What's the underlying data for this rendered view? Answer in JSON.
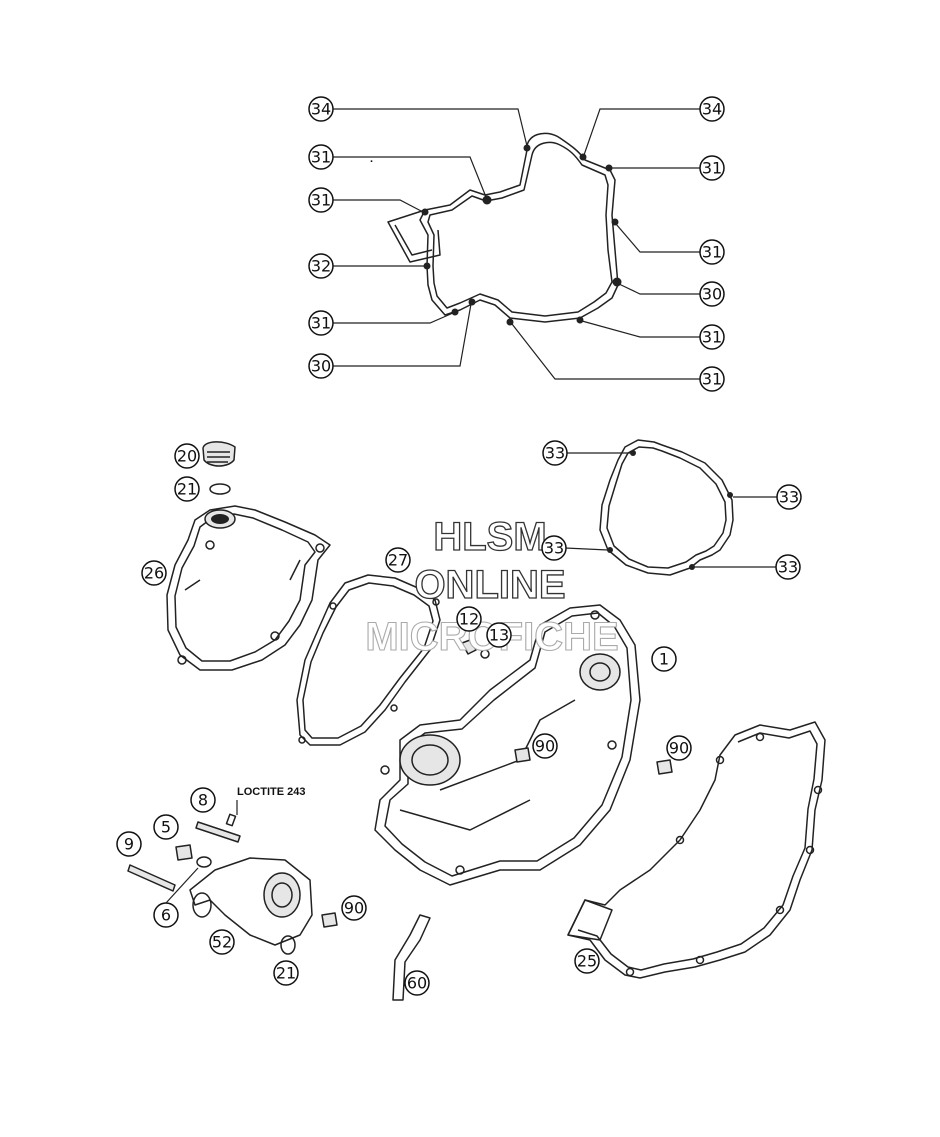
{
  "watermark": {
    "line1": "HLSM",
    "line2": "ONLINE",
    "line3": "MICROFICHE"
  },
  "note": "LOCTITE 243",
  "callouts": {
    "c34a": "34",
    "c34b": "34",
    "c31a": "31",
    "c31b": "31",
    "c31c": "31",
    "c31d": "31",
    "c31e": "31",
    "c31f": "31",
    "c31g": "31",
    "c32": "32",
    "c30a": "30",
    "c30b": "30",
    "c33a": "33",
    "c33b": "33",
    "c33c": "33",
    "c33d": "33",
    "c20": "20",
    "c21a": "21",
    "c21b": "21",
    "c26": "26",
    "c27": "27",
    "c12": "12",
    "c13": "13",
    "c1": "1",
    "c90a": "90",
    "c90b": "90",
    "c90c": "90",
    "c8": "8",
    "c5": "5",
    "c9": "9",
    "c6": "6",
    "c52": "52",
    "c60": "60",
    "c25": "25"
  }
}
